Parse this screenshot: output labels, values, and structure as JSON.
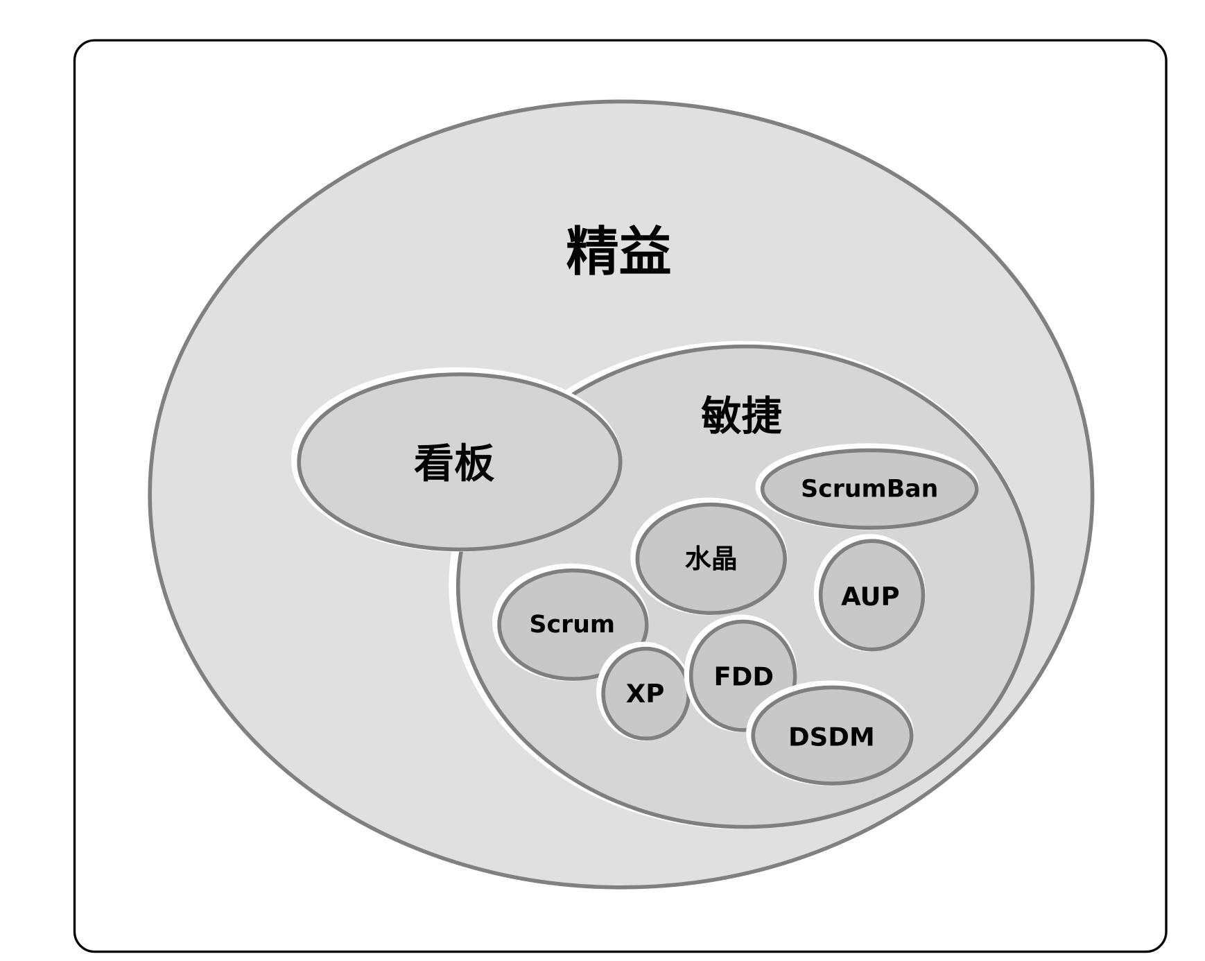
{
  "diagram": {
    "frame_color": "#000000",
    "outer": {
      "label": "精益",
      "fill": "#e0e0e0"
    },
    "agile": {
      "label": "敏捷",
      "fill": "#d6d6d6"
    },
    "kanban": {
      "label": "看板",
      "fill": "#d4d4d4"
    },
    "methods": [
      {
        "label": "ScrumBan"
      },
      {
        "label": "水晶"
      },
      {
        "label": "AUP"
      },
      {
        "label": "Scrum"
      },
      {
        "label": "XP"
      },
      {
        "label": "FDD"
      },
      {
        "label": "DSDM"
      }
    ],
    "inner_fill": "#c8c8c8",
    "stroke_color": "#808080"
  }
}
